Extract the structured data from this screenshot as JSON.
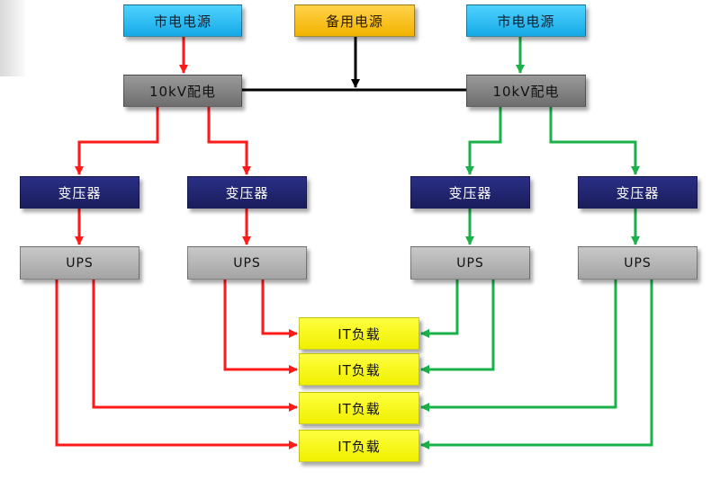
{
  "sources": {
    "city_left": "市电电源",
    "backup": "备用电源",
    "city_right": "市电电源"
  },
  "distribution": {
    "left": "10kV配电",
    "right": "10kV配电"
  },
  "transformers": [
    "变压器",
    "变压器",
    "变压器",
    "变压器"
  ],
  "ups_units": [
    "UPS",
    "UPS",
    "UPS",
    "UPS"
  ],
  "loads": [
    "IT负载",
    "IT负载",
    "IT负载",
    "IT负载"
  ],
  "colors": {
    "path_a": "#ff1a1a",
    "path_b": "#1ab04a",
    "backup_link": "#000000"
  }
}
